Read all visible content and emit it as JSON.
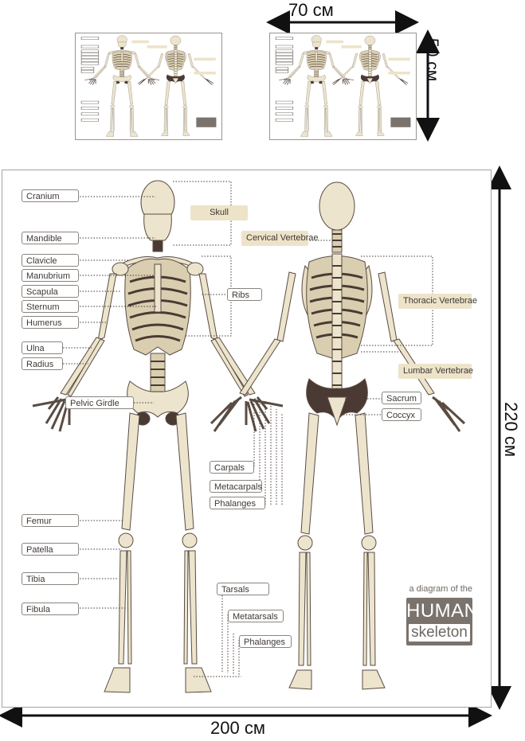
{
  "dimensions": {
    "width": "70 см",
    "height": "50 см",
    "poster_height": "220 см",
    "poster_width": "200 см"
  },
  "poster": {
    "labels_left": [
      "Cranium",
      "Mandible",
      "Clavicle",
      "Manubrium",
      "Scapula",
      "Sternum",
      "Humerus",
      "Ulna",
      "Radius",
      "Pelvic Girdle",
      "Femur",
      "Patella",
      "Tibia",
      "Fibula"
    ],
    "labels_hand": [
      "Carpals",
      "Metacarpals",
      "Phalanges"
    ],
    "labels_foot": [
      "Tarsals",
      "Metatarsals",
      "Phalanges"
    ],
    "labels_ribs": "Ribs",
    "labels_back": [
      "Sacrum",
      "Coccyx"
    ],
    "groups": [
      "Skull",
      "Cervical Vertebrae",
      "Thoracic Vertebrae",
      "Lumbar Vertebrae"
    ],
    "brand": {
      "subtitle": "a diagram of the",
      "title": "HUMAN",
      "title2": "skeleton"
    }
  },
  "colors": {
    "bone": "#ece4cc",
    "bone_shadow": "#cdbf9c",
    "dark": "#4a3a33",
    "label_bg": "#ede3c8",
    "brand_box": "#7a726c"
  }
}
